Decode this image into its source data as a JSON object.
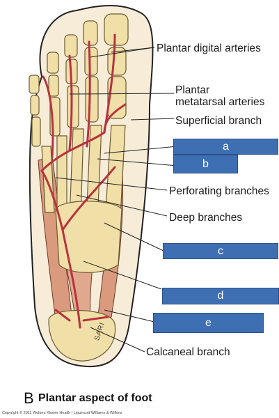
{
  "figure": {
    "labels": {
      "plantar_digital": "Plantar digital arteries",
      "plantar_metatarsal_1": "Plantar",
      "plantar_metatarsal_2": "metatarsal arteries",
      "superficial_branch": "Superficial branch",
      "perforating_branches": "Perforating branches",
      "deep_branches": "Deep branches",
      "calcaneal_branch": "Calcaneal branch"
    },
    "answer_boxes": {
      "a": "a",
      "b": "b",
      "c": "c",
      "d": "d",
      "e": "e"
    },
    "artist_signature": "SARI",
    "caption_letter": "B",
    "caption_text": "Plantar aspect of foot",
    "copyright": "Copyright © 2011 Wolters Kluwer Health | Lippincott Williams & Wilkins"
  },
  "colors": {
    "bone": "#f1dfa8",
    "muscle": "#d99a7e",
    "artery": "#b8333f",
    "outline": "#222222",
    "box_fill": "#3f6fb3"
  }
}
